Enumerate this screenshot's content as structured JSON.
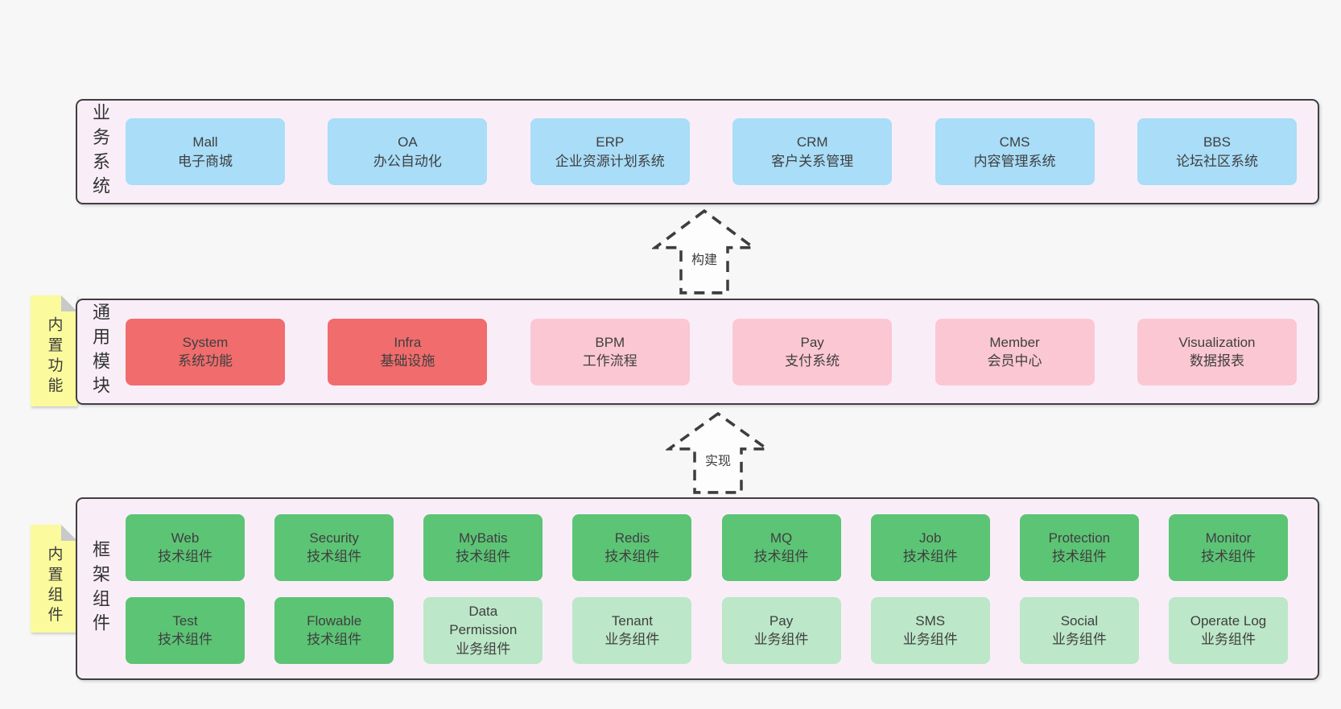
{
  "diagram": {
    "arrows": {
      "build": "构建",
      "implement": "实现"
    },
    "sections": {
      "business": {
        "label": "业务系统",
        "boxes": [
          {
            "title": "Mall",
            "subtitle": "电子商城",
            "variant": "blue"
          },
          {
            "title": "OA",
            "subtitle": "办公自动化",
            "variant": "blue"
          },
          {
            "title": "ERP",
            "subtitle": "企业资源计划系统",
            "variant": "blue"
          },
          {
            "title": "CRM",
            "subtitle": "客户关系管理",
            "variant": "blue"
          },
          {
            "title": "CMS",
            "subtitle": "内容管理系统",
            "variant": "blue"
          },
          {
            "title": "BBS",
            "subtitle": "论坛社区系统",
            "variant": "blue"
          }
        ]
      },
      "modules": {
        "label": "通用模块",
        "sticky": "内置功能",
        "boxes": [
          {
            "title": "System",
            "subtitle": "系统功能",
            "variant": "red"
          },
          {
            "title": "Infra",
            "subtitle": "基础设施",
            "variant": "red"
          },
          {
            "title": "BPM",
            "subtitle": "工作流程",
            "variant": "pink"
          },
          {
            "title": "Pay",
            "subtitle": "支付系统",
            "variant": "pink"
          },
          {
            "title": "Member",
            "subtitle": "会员中心",
            "variant": "pink"
          },
          {
            "title": "Visualization",
            "subtitle": "数据报表",
            "variant": "pink"
          }
        ]
      },
      "framework": {
        "label": "框架组件",
        "sticky": "内置组件",
        "row1": [
          {
            "title": "Web",
            "subtitle": "技术组件",
            "variant": "green"
          },
          {
            "title": "Security",
            "subtitle": "技术组件",
            "variant": "green"
          },
          {
            "title": "MyBatis",
            "subtitle": "技术组件",
            "variant": "green"
          },
          {
            "title": "Redis",
            "subtitle": "技术组件",
            "variant": "green"
          },
          {
            "title": "MQ",
            "subtitle": "技术组件",
            "variant": "green"
          },
          {
            "title": "Job",
            "subtitle": "技术组件",
            "variant": "green"
          },
          {
            "title": "Protection",
            "subtitle": "技术组件",
            "variant": "green"
          },
          {
            "title": "Monitor",
            "subtitle": "技术组件",
            "variant": "green"
          }
        ],
        "row2": [
          {
            "title": "Test",
            "subtitle": "技术组件",
            "variant": "green"
          },
          {
            "title": "Flowable",
            "subtitle": "技术组件",
            "variant": "green"
          },
          {
            "title": "Data Permission",
            "subtitle": "业务组件",
            "variant": "green-light"
          },
          {
            "title": "Tenant",
            "subtitle": "业务组件",
            "variant": "green-light"
          },
          {
            "title": "Pay",
            "subtitle": "业务组件",
            "variant": "green-light"
          },
          {
            "title": "SMS",
            "subtitle": "业务组件",
            "variant": "green-light"
          },
          {
            "title": "Social",
            "subtitle": "业务组件",
            "variant": "green-light"
          },
          {
            "title": "Operate Log",
            "subtitle": "业务组件",
            "variant": "green-light"
          }
        ]
      }
    },
    "colors": {
      "page_bg": "#f7f7f7",
      "panel_bg": "#f9eef8",
      "panel_border": "#3f3f3f",
      "blue": "#a9ddf8",
      "red": "#f16c6c",
      "pink": "#fbc7d3",
      "green": "#5cc475",
      "green_light": "#bce7c8",
      "sticky_yellow": "#fbfa9d",
      "sticky_fold": "#c9c9c9",
      "text": "#3b3b3b"
    }
  }
}
